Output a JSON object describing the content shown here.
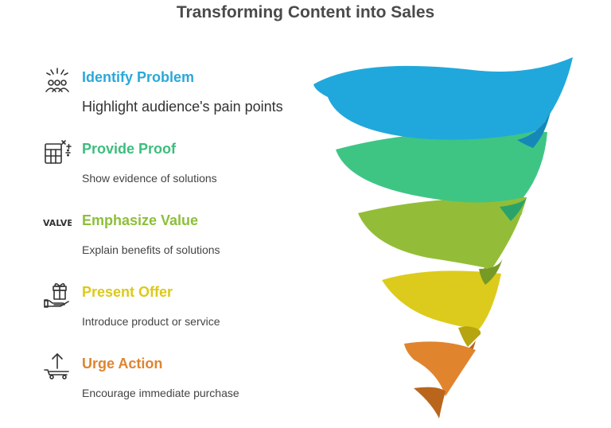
{
  "title": "Transforming Content into Sales",
  "steps": [
    {
      "icon": "audience-icon",
      "label": "Identify Problem",
      "description": "Highlight audience's pain points",
      "color": "#2aa8d8"
    },
    {
      "icon": "calculator-icon",
      "label": "Provide Proof",
      "description": "Show evidence of solutions",
      "color": "#3dbd7d"
    },
    {
      "icon": "valve-icon",
      "icon_text": "VALVE",
      "label": "Emphasize Value",
      "description": "Explain benefits of solutions",
      "color": "#8dbf3a"
    },
    {
      "icon": "gift-hand-icon",
      "label": "Present Offer",
      "description": "Introduce product or service",
      "color": "#dcc91a"
    },
    {
      "icon": "cart-upload-icon",
      "label": "Urge Action",
      "description": "Encourage immediate purchase",
      "color": "#df8430"
    }
  ],
  "funnel_colors": {
    "band1": "#20a8dc",
    "band1_dark": "#1688b8",
    "band2": "#3ec584",
    "band2_dark": "#2aa36a",
    "band3": "#93bd38",
    "band3_dark": "#769a26",
    "band4": "#dccb1c",
    "band4_dark": "#b6a510",
    "band5": "#e0842e",
    "band5_dark": "#b9661c"
  }
}
